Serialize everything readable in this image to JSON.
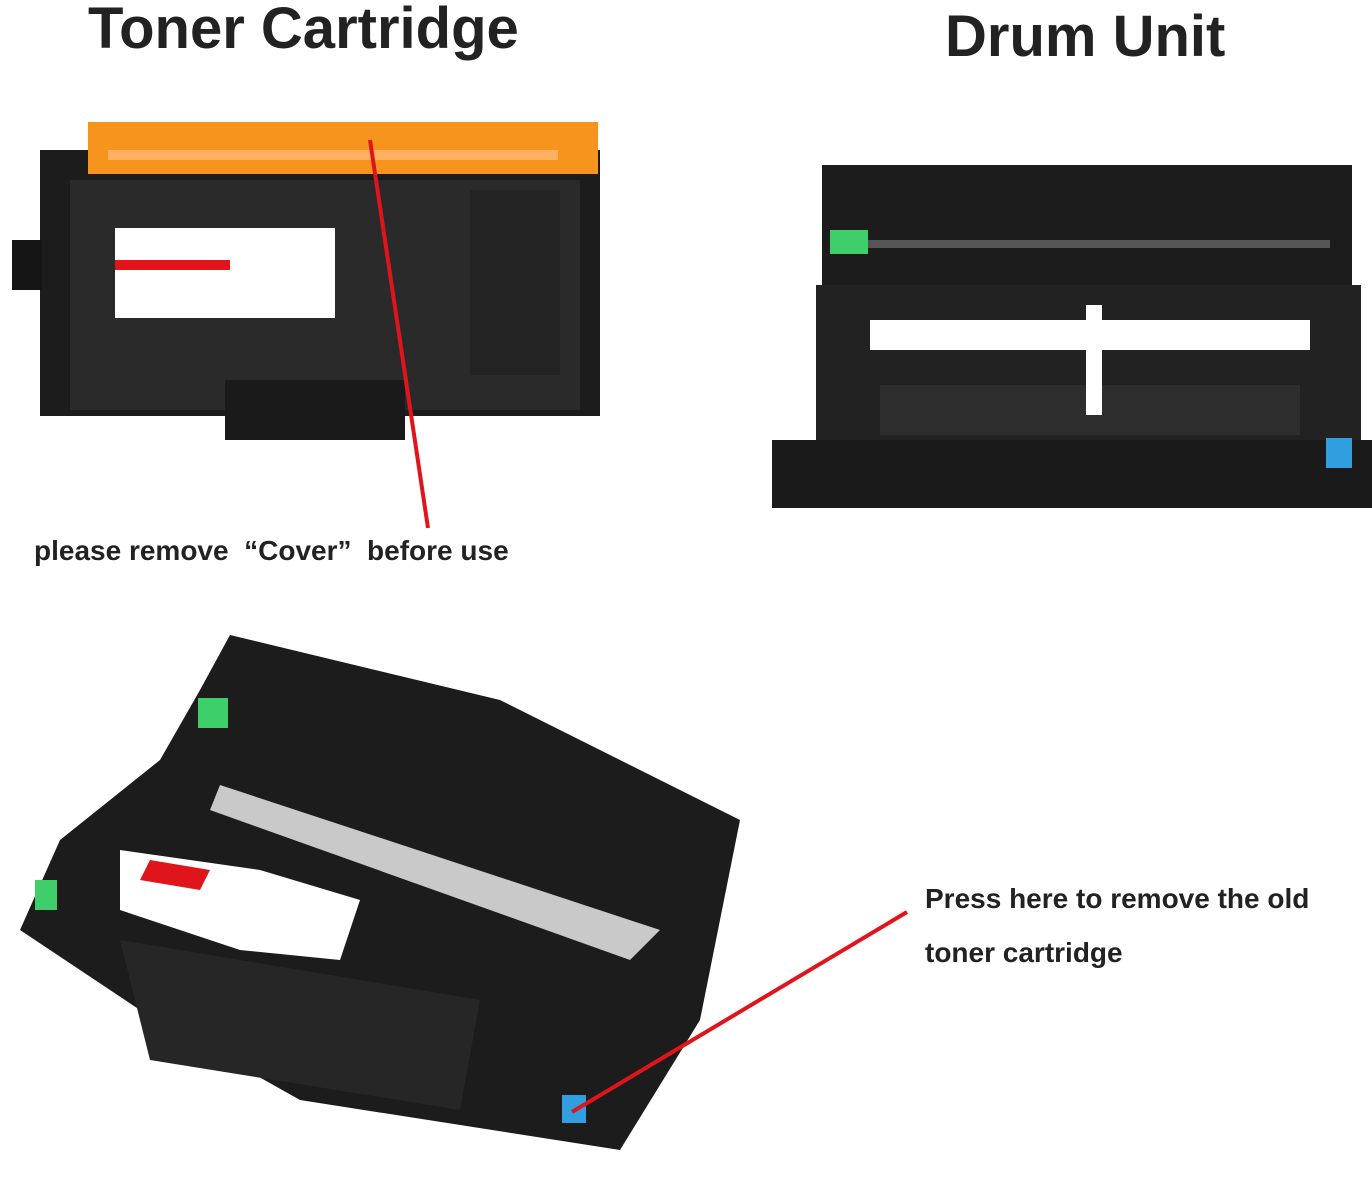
{
  "titles": {
    "toner": "Toner Cartridge",
    "drum": "Drum Unit"
  },
  "captions": {
    "remove_cover": "please remove  “Cover”  before use",
    "press_here_line1": "Press here to remove the old",
    "press_here_line2": "toner cartridge"
  },
  "colors": {
    "pointer": "#e0151b",
    "cover": "#f7941d",
    "body": "#1c1c1c",
    "green_tab": "#3fcf6a",
    "blue_tab": "#2f9fe0"
  }
}
